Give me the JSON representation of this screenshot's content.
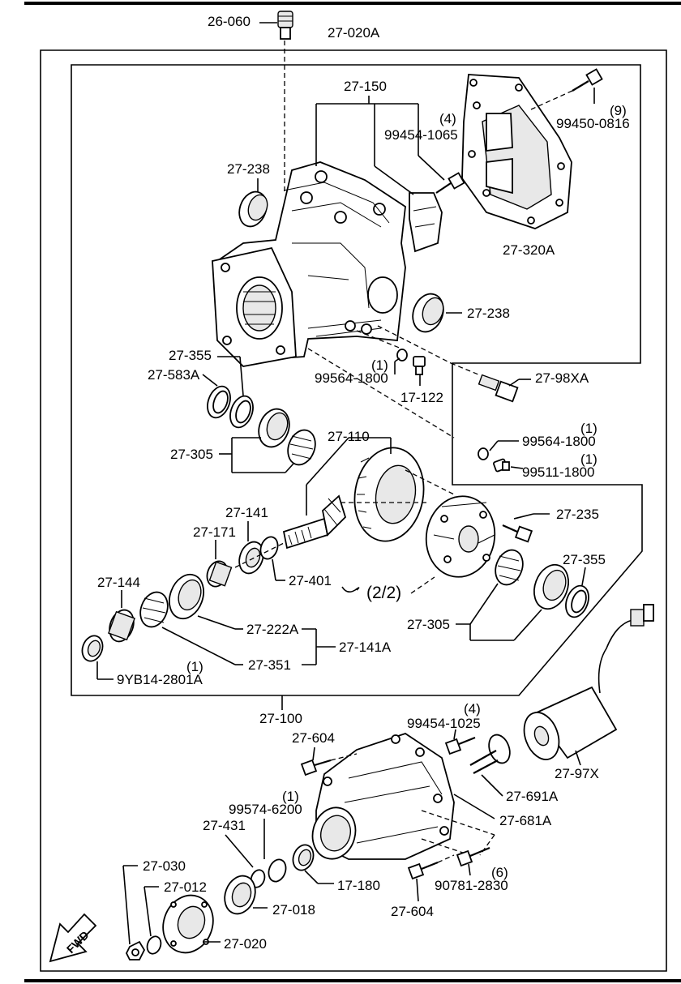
{
  "labels": {
    "l_26060": "26-060",
    "l_27020A": "27-020A",
    "l_27150": "27-150",
    "l_27238a": "27-238",
    "l_q4a": "(4)",
    "l_99454_1065": "99454-1065",
    "l_q9": "(9)",
    "l_99450_0816": "99450-0816",
    "l_27320A": "27-320A",
    "l_27238b": "27-238",
    "l_27355a": "27-355",
    "l_27583A": "27-583A",
    "l_q1a": "(1)",
    "l_99564_1800a": "99564-1800",
    "l_17122": "17-122",
    "l_2798XA": "27-98XA",
    "l_q1b": "(1)",
    "l_99564_1800b": "99564-1800",
    "l_q1c": "(1)",
    "l_99511_1800": "99511-1800",
    "l_27305a": "27-305",
    "l_27110": "27-110",
    "l_27141": "27-141",
    "l_27235": "27-235",
    "l_27171": "27-171",
    "l_27355b": "27-355",
    "l_27401": "27-401",
    "l_22": "(2/2)",
    "l_27144": "27-144",
    "l_27305b": "27-305",
    "l_27222A": "27-222A",
    "l_27141A": "27-141A",
    "l_q1d": "(1)",
    "l_27351": "27-351",
    "l_9YB14": "9YB14-2801A",
    "l_27100": "27-100",
    "l_q4b": "(4)",
    "l_99454_1025": "99454-1025",
    "l_27604a": "27-604",
    "l_2797X": "27-97X",
    "l_27691A": "27-691A",
    "l_q1e": "(1)",
    "l_99574_6200": "99574-6200",
    "l_27431": "27-431",
    "l_27681A": "27-681A",
    "l_27030": "27-030",
    "l_17180": "17-180",
    "l_q6": "(6)",
    "l_27012": "27-012",
    "l_90781_2830": "90781-2830",
    "l_27018": "27-018",
    "l_27604b": "27-604",
    "l_27020": "27-020",
    "l_fwd": "FWD"
  }
}
